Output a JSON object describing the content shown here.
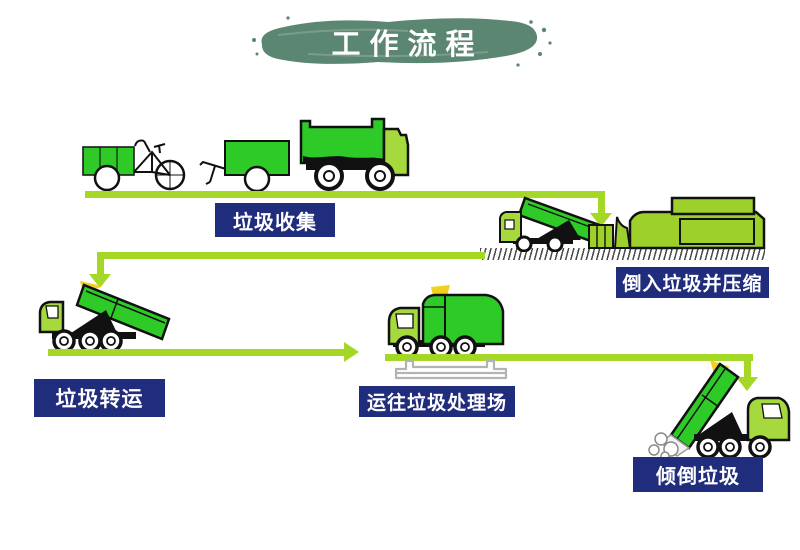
{
  "title": "工作流程",
  "flow": {
    "steps": [
      {
        "name": "collect",
        "label": "垃圾收集"
      },
      {
        "name": "compress",
        "label": "倒入垃圾并压缩"
      },
      {
        "name": "transfer",
        "label": "垃圾转运"
      },
      {
        "name": "transport",
        "label": "运往垃圾处理场"
      },
      {
        "name": "dump",
        "label": "倾倒垃圾"
      }
    ]
  },
  "icons": [
    "cargo-tricycle-icon",
    "trailer-cart-icon",
    "dump-truck-icon",
    "tipping-truck-icon",
    "compactor-machine-icon",
    "hook-lift-truck-icon",
    "transport-truck-icon",
    "weighbridge-icon",
    "rear-dump-truck-icon"
  ],
  "colors": {
    "brush-green": "#5b8671",
    "label-bg": "#202c7c",
    "label-text": "#ffffff",
    "vehicle-green": "#2ecb28",
    "cab-green": "#a6d93e",
    "machine-green": "#9ed02b",
    "arrow-green": "#a5d826",
    "outline-black": "#111111",
    "accent-yellow": "#f2d01e",
    "weighbridge-gray": "#b3b3b3"
  }
}
